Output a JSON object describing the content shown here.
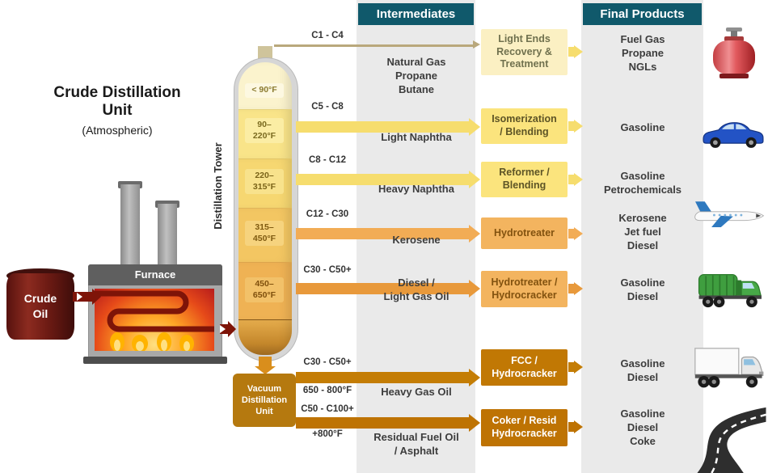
{
  "title": {
    "line1": "Crude Distillation",
    "line2": "Unit",
    "subtitle": "(Atmospheric)"
  },
  "headers": {
    "intermediates": "Intermediates",
    "final_products": "Final Products"
  },
  "left_section": {
    "crude_oil": "Crude\nOil",
    "furnace": "Furnace",
    "tower_label": "Distillation Tower",
    "vacuum_unit": "Vacuum\nDistillation\nUnit"
  },
  "tower": {
    "segments": [
      {
        "temp": "< 90°F"
      },
      {
        "temp": "90–\n220°F"
      },
      {
        "temp": "220–\n315°F"
      },
      {
        "temp": "315–\n450°F"
      },
      {
        "temp": "450–\n650°F"
      }
    ]
  },
  "rows": [
    {
      "carbon": "C1 - C4",
      "carbon2": "",
      "intermediate": "Natural Gas\nPropane\nButane",
      "process": "Light Ends\nRecovery &\nTreatment",
      "product": "Fuel Gas\nPropane\nNGLs",
      "icon": "propane-tank"
    },
    {
      "carbon": "C5 - C8",
      "carbon2": "",
      "intermediate": "Light Naphtha",
      "process": "Isomerization\n/ Blending",
      "product": "Gasoline",
      "icon": "car"
    },
    {
      "carbon": "C8 - C12",
      "carbon2": "",
      "intermediate": "Heavy Naphtha",
      "process": "Reformer /\nBlending",
      "product": "Gasoline\nPetrochemicals",
      "icon": ""
    },
    {
      "carbon": "C12 - C30",
      "carbon2": "",
      "intermediate": "Kerosene",
      "process": "Hydrotreater",
      "product": "Kerosene\nJet fuel\nDiesel",
      "icon": "airplane"
    },
    {
      "carbon": "C30 - C50+",
      "carbon2": "",
      "intermediate": "Diesel /\nLight Gas Oil",
      "process": "Hydrotreater /\nHydrocracker",
      "product": "Gasoline\nDiesel",
      "icon": "garbage-truck"
    },
    {
      "carbon": "C30 - C50+",
      "carbon2": "650 - 800°F",
      "intermediate": "Heavy Gas Oil",
      "process": "FCC /\nHydrocracker",
      "product": "Gasoline\nDiesel",
      "icon": "truck"
    },
    {
      "carbon": "C50 - C100+",
      "carbon2": "+800°F",
      "intermediate": "Residual Fuel Oil\n/ Asphalt",
      "process": "Coker / Resid\nHydrocracker",
      "product": "Gasoline\nDiesel\nCoke",
      "icon": "road"
    }
  ],
  "colors": {
    "header_bg": "#10596B",
    "band_bg": "#EAEAEA",
    "yellow_arrow": "#F6DD6E",
    "orange_arrow": "#F2AC55",
    "dark_arrow": "#C47D05",
    "crude_arrow": "#7E1408",
    "vacuum_box": "#B5790F"
  }
}
